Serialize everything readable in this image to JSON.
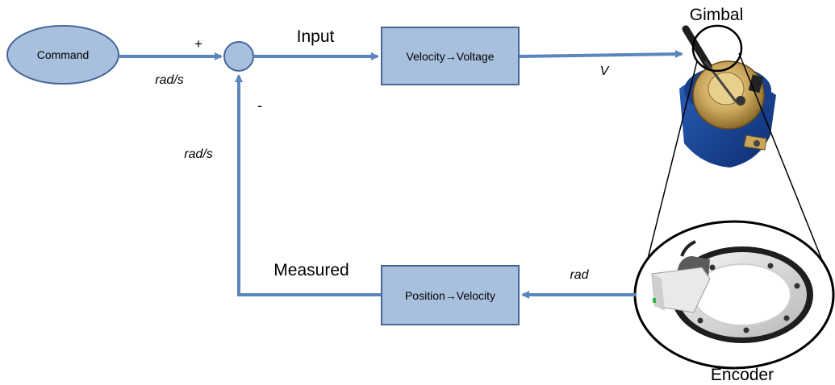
{
  "nodes": {
    "command": "Command",
    "velocity_to_voltage": "Velocity→Voltage",
    "position_to_velocity": "Position→Velocity",
    "gimbal": "Gimbal",
    "encoder": "Encoder"
  },
  "signals": {
    "input": "Input",
    "measured": "Measured",
    "plus": "+",
    "minus": "-",
    "rad_s_command": "rad/s",
    "rad_s_feedback": "rad/s",
    "voltage": "V",
    "rad": "rad"
  },
  "colors": {
    "block_fill": "#a8c0de",
    "block_stroke": "#45679a",
    "arrow": "#5b86bd"
  },
  "icons": {
    "gimbal_image": "gimbal-icon",
    "encoder_image": "encoder-icon"
  }
}
